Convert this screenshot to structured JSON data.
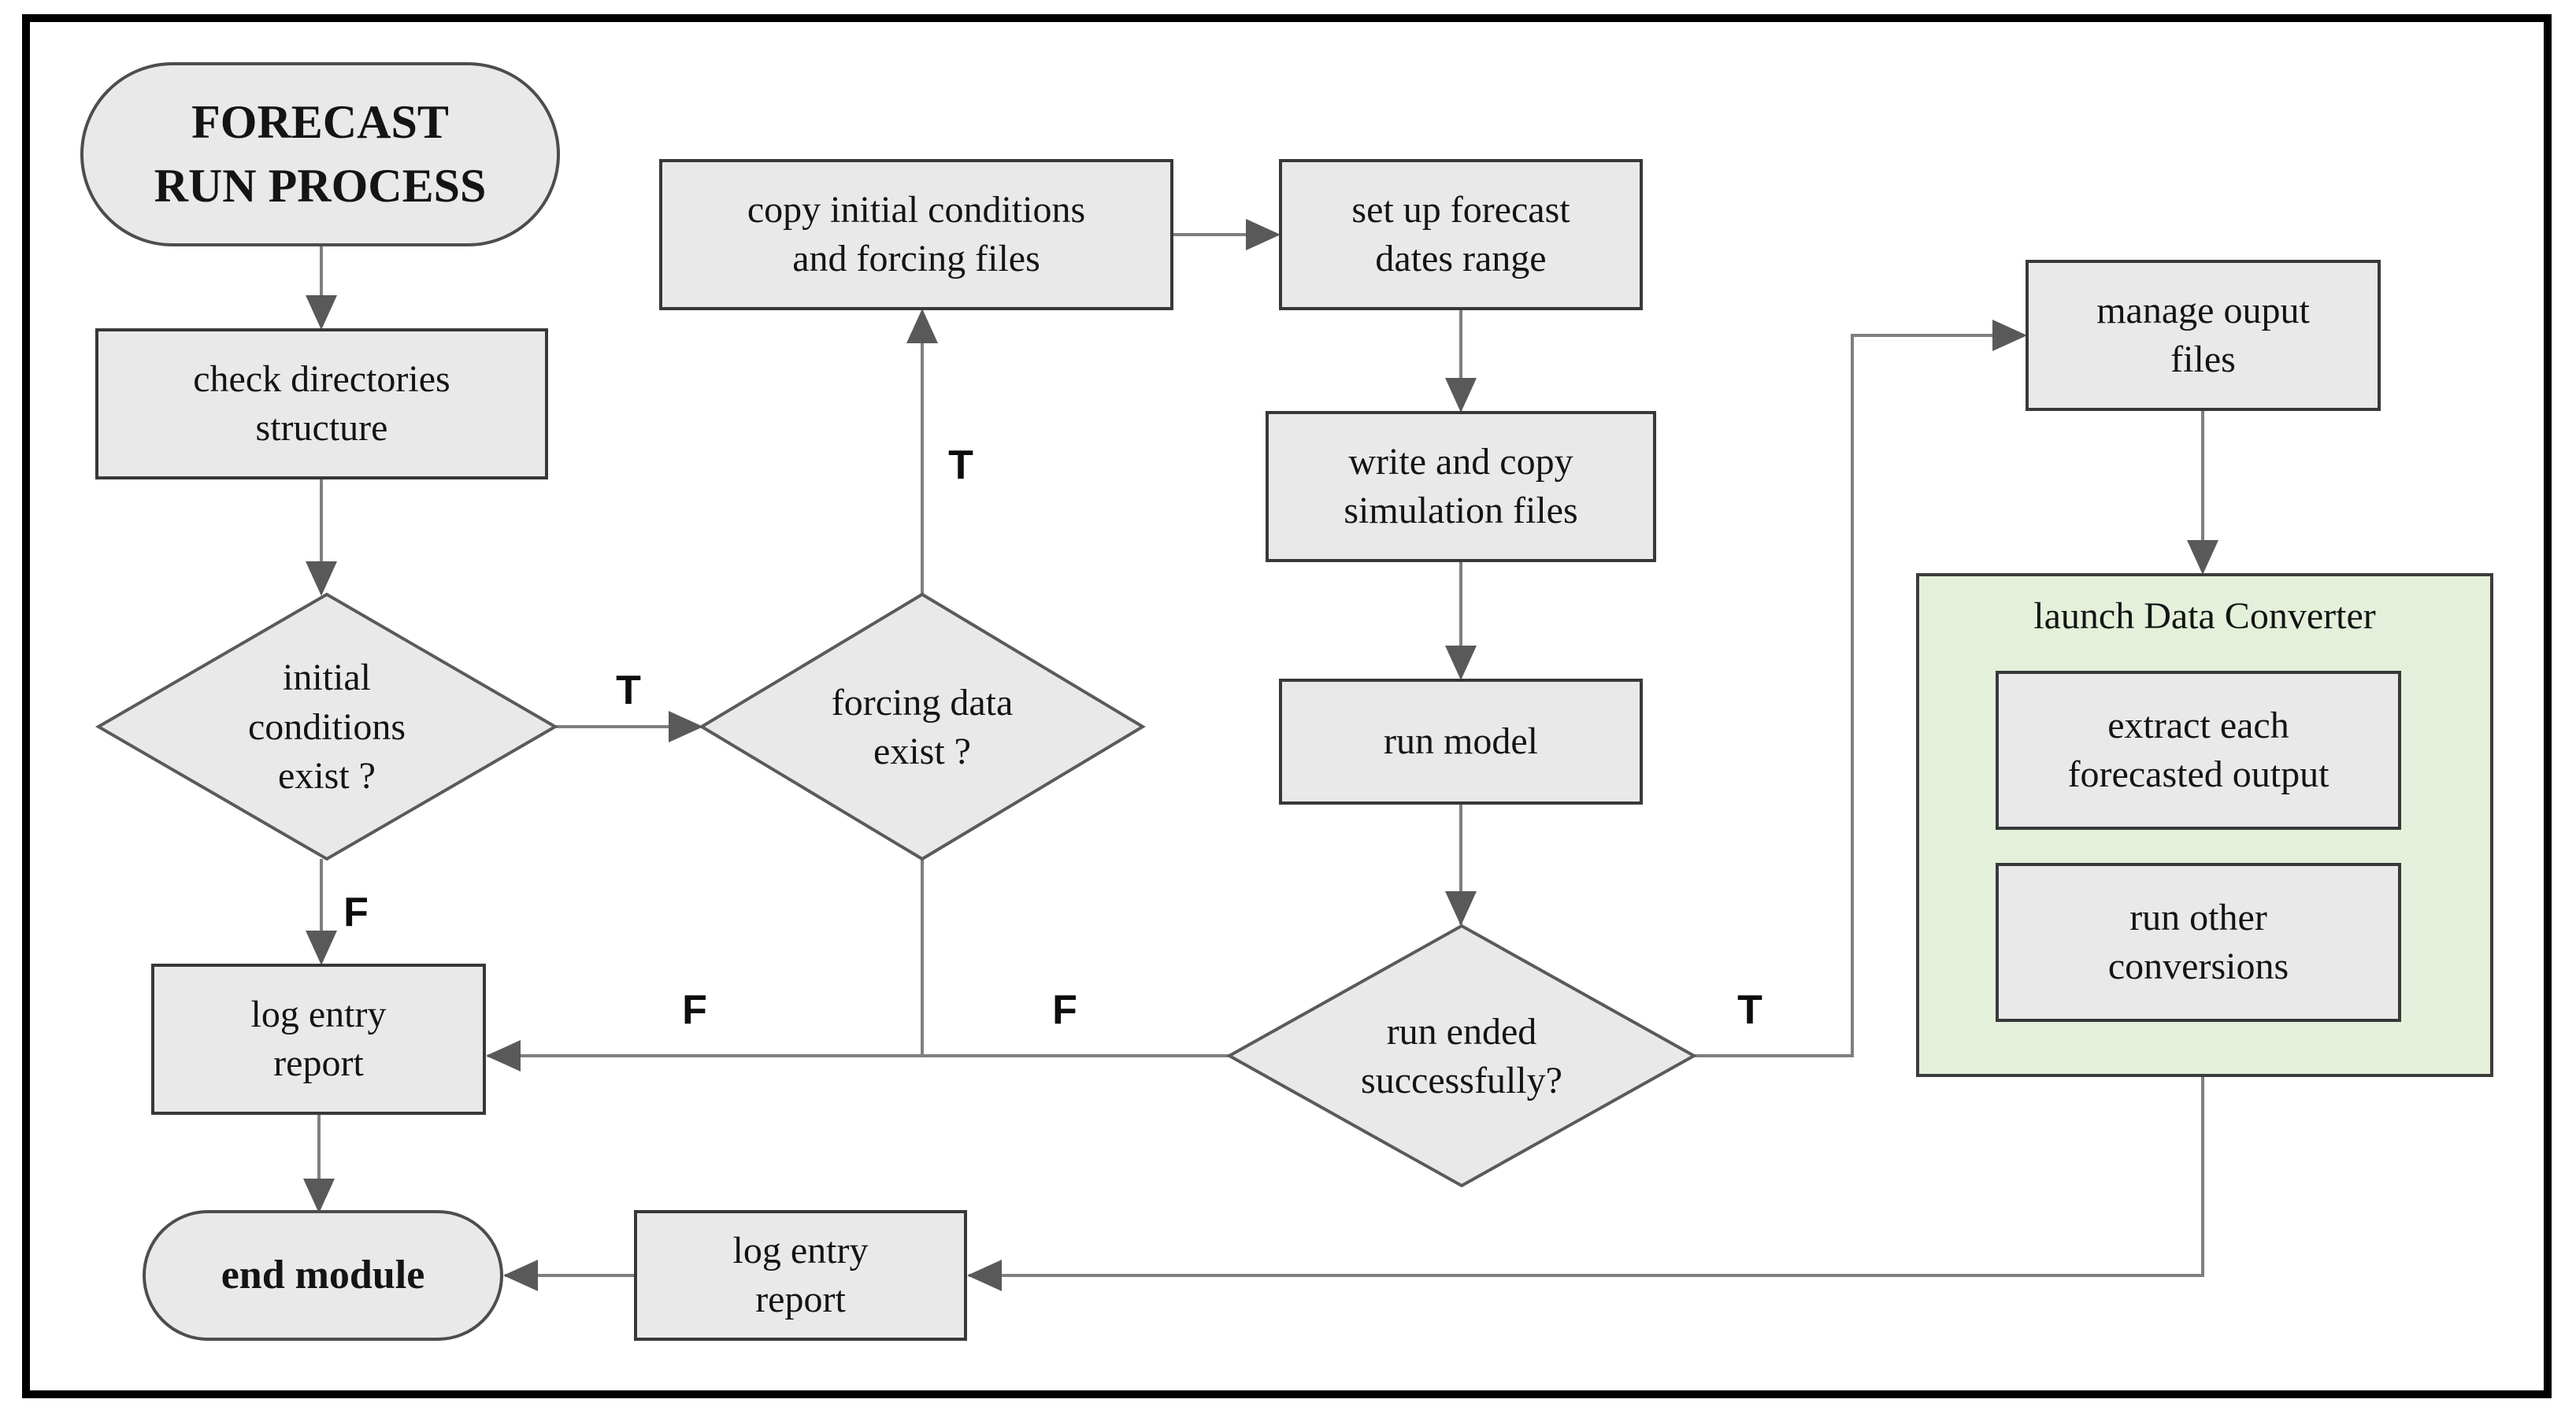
{
  "diagram_title": "FORECAST RUN PROCESS",
  "nodes": {
    "start": {
      "label": "FORECAST\nRUN PROCESS",
      "shape": "stadium"
    },
    "check_dirs": {
      "label": "check directories\nstructure",
      "shape": "rect"
    },
    "initial_cond": {
      "label": "initial\nconditions\nexist ?",
      "shape": "diamond"
    },
    "forcing_data": {
      "label": "forcing data\nexist ?",
      "shape": "diamond"
    },
    "copy_files": {
      "label": "copy initial conditions\nand forcing files",
      "shape": "rect"
    },
    "setup_dates": {
      "label": "set up forecast\ndates range",
      "shape": "rect"
    },
    "write_sim": {
      "label": "write and copy\nsimulation files",
      "shape": "rect"
    },
    "run_model": {
      "label": "run model",
      "shape": "rect"
    },
    "run_ended": {
      "label": "run ended\nsuccessfully?",
      "shape": "diamond"
    },
    "manage_output": {
      "label": "manage ouput\nfiles",
      "shape": "rect"
    },
    "data_converter": {
      "label": "launch Data Converter",
      "shape": "green-container"
    },
    "extract_output": {
      "label": "extract each\nforecasted output",
      "shape": "rect"
    },
    "run_conversions": {
      "label": "run other\nconversions",
      "shape": "rect"
    },
    "log_report_1": {
      "label": "log entry\nreport",
      "shape": "rect"
    },
    "log_report_2": {
      "label": "log entry\nreport",
      "shape": "rect"
    },
    "end_module": {
      "label": "end module",
      "shape": "stadium"
    }
  },
  "edge_labels": {
    "initial_true": "T",
    "initial_false": "F",
    "forcing_true": "T",
    "forcing_false": "F",
    "run_true": "T",
    "run_false": "F"
  },
  "colors": {
    "node_fill": "#e9e9e9",
    "node_border": "#383838",
    "diamond_border": "#5a5a5a",
    "green_fill": "#e4f0da",
    "connector": "#7f7f7f",
    "arrowhead": "#595959",
    "frame_border": "#000000",
    "text": "#141414"
  }
}
